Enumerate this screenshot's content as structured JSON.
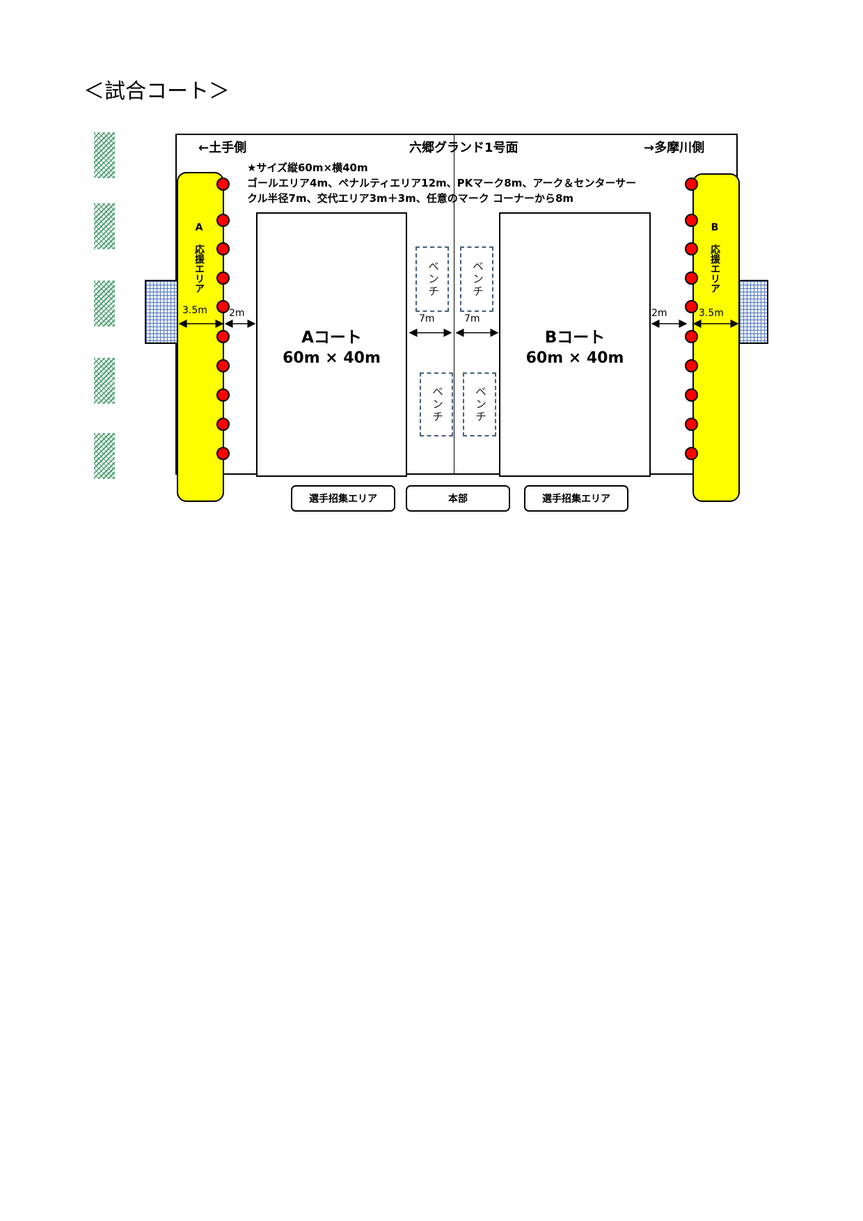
{
  "title": "＜試合コート＞",
  "header": {
    "left": "←土手側",
    "center": "六郷グランド1号面",
    "right": "→多摩川側"
  },
  "notes": [
    "★サイズ縦60m×横40m",
    "ゴールエリア4m、ペナルティエリア12m、PKマーク8m、アーク＆センターサー",
    "クル半径7m、交代エリア3m＋3m、任意のマーク コーナーから8m"
  ],
  "support_area_a": "A 応援エリア",
  "support_area_b": "B 応援エリア",
  "court_a": {
    "title": "Aコート",
    "size": "60m × 40m"
  },
  "court_b": {
    "title": "Bコート",
    "size": "60m × 40m"
  },
  "bench_label": "ベンチ",
  "dims": {
    "support": "3.5m",
    "gap": "2m",
    "bench": "7m"
  },
  "tents": [
    "選手招集エリア",
    "本部",
    "選手招集エリア"
  ],
  "colors": {
    "support_area": "#ffff00",
    "marker": "#ff0000",
    "bench_border": "#44607e",
    "trees": "#2e8b57"
  }
}
